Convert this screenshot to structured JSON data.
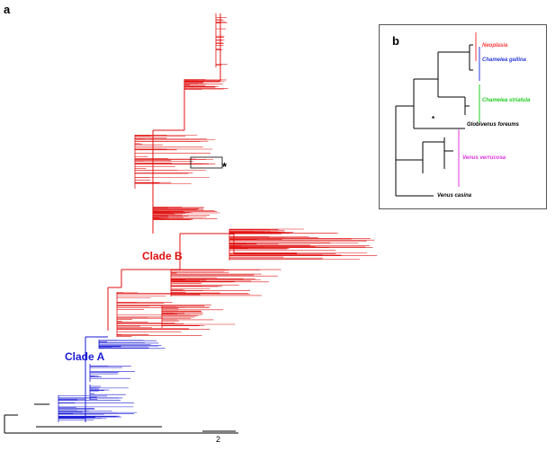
{
  "figure": {
    "panel_a_label": "a",
    "panel_b_label": "b",
    "clade_b_label": "Clade B",
    "clade_a_label": "Clade A",
    "star_symbol": "*",
    "scale_value": "2",
    "colors": {
      "clade_b": "#e01010",
      "clade_a": "#1a1ad6",
      "outgroup": "#000000",
      "neoplasia": "#ff3b3b",
      "chamelea_gallina": "#2b3bd8",
      "chamelea_striatula": "#22cc22",
      "venus_verrucosa": "#e033e0"
    }
  },
  "inset": {
    "labels": {
      "neoplasia": "Neoplasia",
      "chamelea_gallina": "Chamelea gallina",
      "chamelea_striatula": "Chamelea striatula",
      "globivenus": "Globivenus foreums",
      "venus_verrucosa": "Venus verrucosa",
      "venus_casina": "Venus casina"
    }
  }
}
